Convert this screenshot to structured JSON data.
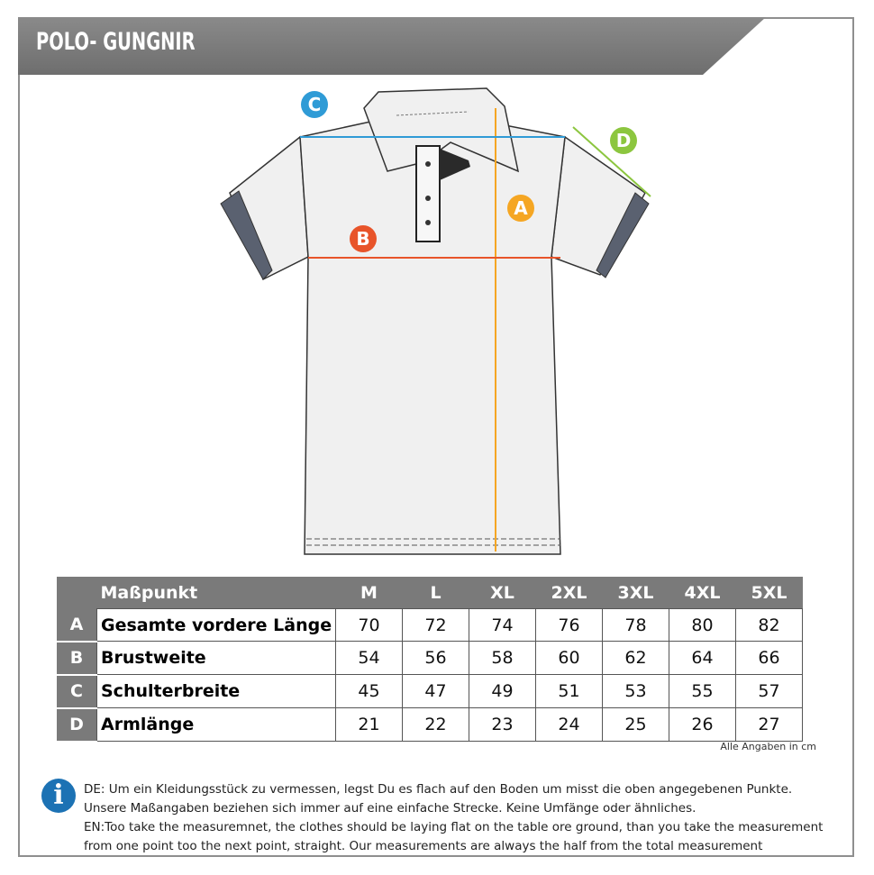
{
  "header": {
    "title": "POLO- GUNGNIR"
  },
  "colors": {
    "banner": "#7a7a7a",
    "A": "#f5a623",
    "B": "#e8542a",
    "C": "#2f9bd6",
    "D": "#8cc63f",
    "info": "#1c72b4"
  },
  "markers": {
    "A": "A",
    "B": "B",
    "C": "C",
    "D": "D"
  },
  "table": {
    "header_label": "Maßpunkt",
    "sizes": [
      "M",
      "L",
      "XL",
      "2XL",
      "3XL",
      "4XL",
      "5XL"
    ],
    "rows": [
      {
        "letter": "A",
        "label": "Gesamte vordere Länge",
        "values": [
          "70",
          "72",
          "74",
          "76",
          "78",
          "80",
          "82"
        ]
      },
      {
        "letter": "B",
        "label": "Brustweite",
        "values": [
          "54",
          "56",
          "58",
          "60",
          "62",
          "64",
          "66"
        ]
      },
      {
        "letter": "C",
        "label": "Schulterbreite",
        "values": [
          "45",
          "47",
          "49",
          "51",
          "53",
          "55",
          "57"
        ]
      },
      {
        "letter": "D",
        "label": "Armlänge",
        "values": [
          "21",
          "22",
          "23",
          "24",
          "25",
          "26",
          "27"
        ]
      }
    ],
    "unit_note": "Alle Angaben in cm"
  },
  "info": {
    "icon": "info-icon",
    "lines": [
      "DE: Um ein Kleidungsstück zu vermessen, legst Du es flach auf den Boden um misst die oben angegebenen Punkte.",
      "Unsere Maßangaben beziehen sich immer auf eine einfache Strecke. Keine Umfänge oder ähnliches.",
      "EN:Too take the measuremnet, the clothes should be laying flat on the table ore ground, than you take the measurement",
      "from one point too the next point, straight. Our measurements are always the half from the total measurement"
    ]
  }
}
